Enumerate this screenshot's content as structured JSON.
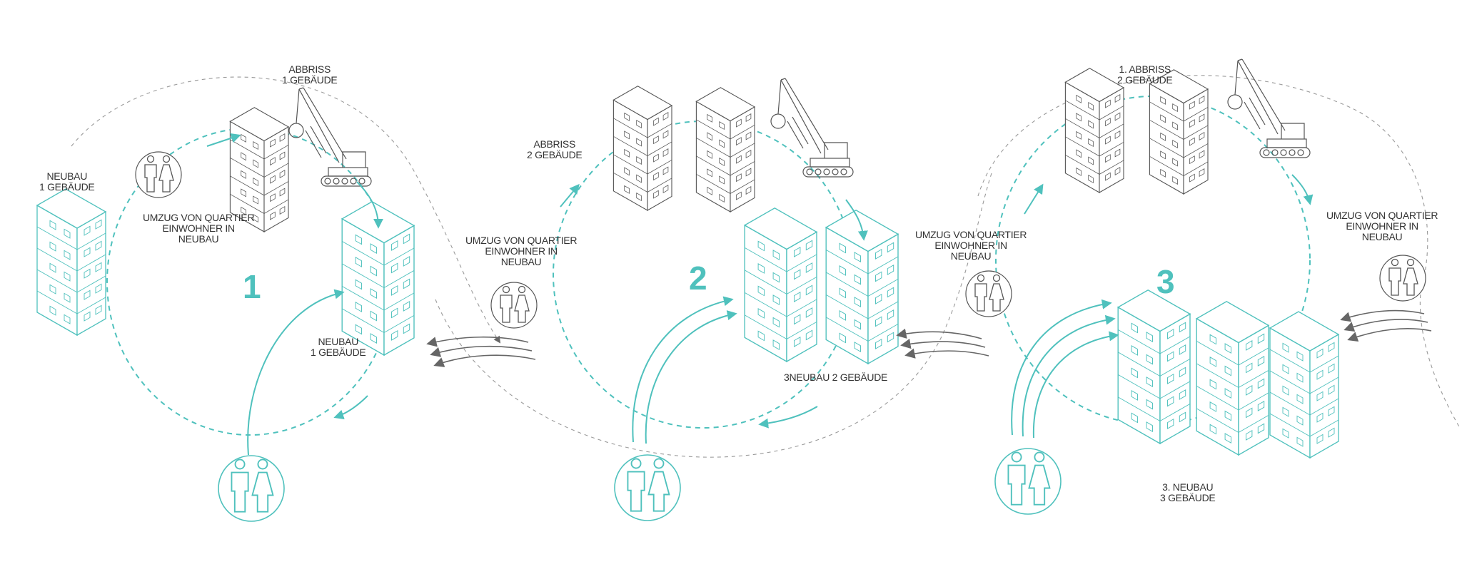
{
  "colors": {
    "accent": "#4fc1bd",
    "line": "#555555",
    "dashed_gray": "#9a9a9a",
    "background": "#ffffff"
  },
  "icons": [
    "building-icon",
    "crane-icon",
    "people-icon",
    "arrow-icon"
  ],
  "stages": [
    {
      "number": "1",
      "labels": [
        {
          "line1": "ABBRISS",
          "line2": "1 GEBÄUDE"
        },
        {
          "line1": "NEUBAU",
          "line2": "1 GEBÄUDE"
        },
        {
          "line1": "UMZUG VON QUARTIER",
          "line2": "EINWOHNER IN",
          "line3": "NEUBAU"
        },
        {
          "line1": "NEUBAU",
          "line2": "1 GEBÄUDE"
        }
      ]
    },
    {
      "number": "2",
      "labels": [
        {
          "line1": "ABBRISS",
          "line2": "2 GEBÄUDE"
        },
        {
          "line1": "UMZUG VON QUARTIER",
          "line2": "EINWOHNER IN",
          "line3": "NEUBAU"
        },
        {
          "line1": "3NEUBAU 2 GEBÄUDE"
        }
      ]
    },
    {
      "number": "3",
      "labels": [
        {
          "line1": "1. ABBRISS",
          "line2": "2 GEBÄUDE"
        },
        {
          "line1": "UMZUG VON QUARTIER",
          "line2": "EINWOHNER IN",
          "line3": "NEUBAU"
        },
        {
          "line1": "UMZUG VON QUARTIER",
          "line2": "EINWOHNER IN",
          "line3": "NEUBAU"
        },
        {
          "line1": "3. NEUBAU",
          "line2": "3 GEBÄUDE"
        }
      ]
    }
  ]
}
